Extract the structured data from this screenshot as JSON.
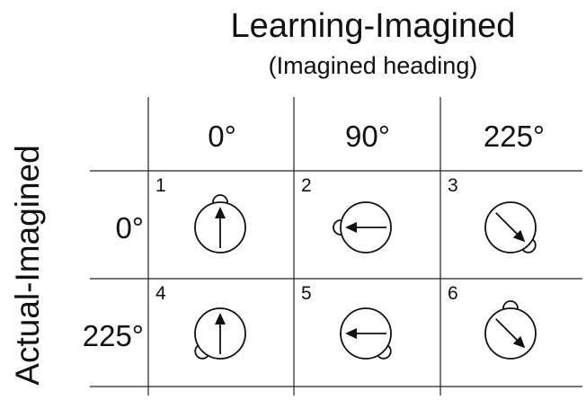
{
  "title": "Learning-Imagined",
  "subtitle": "(Imagined heading)",
  "row_axis_label": "Actual-Imagined",
  "columns": [
    "0°",
    "90°",
    "225°"
  ],
  "rows": [
    "0°",
    "225°"
  ],
  "cells": [
    {
      "number": "1",
      "arrow_heading": 0,
      "knob_heading": 0
    },
    {
      "number": "2",
      "arrow_heading": 270,
      "knob_heading": 270
    },
    {
      "number": "3",
      "arrow_heading": 135,
      "knob_heading": 135
    },
    {
      "number": "4",
      "arrow_heading": 0,
      "knob_heading": 225
    },
    {
      "number": "5",
      "arrow_heading": 270,
      "knob_heading": 135
    },
    {
      "number": "6",
      "arrow_heading": 135,
      "knob_heading": 0
    }
  ]
}
